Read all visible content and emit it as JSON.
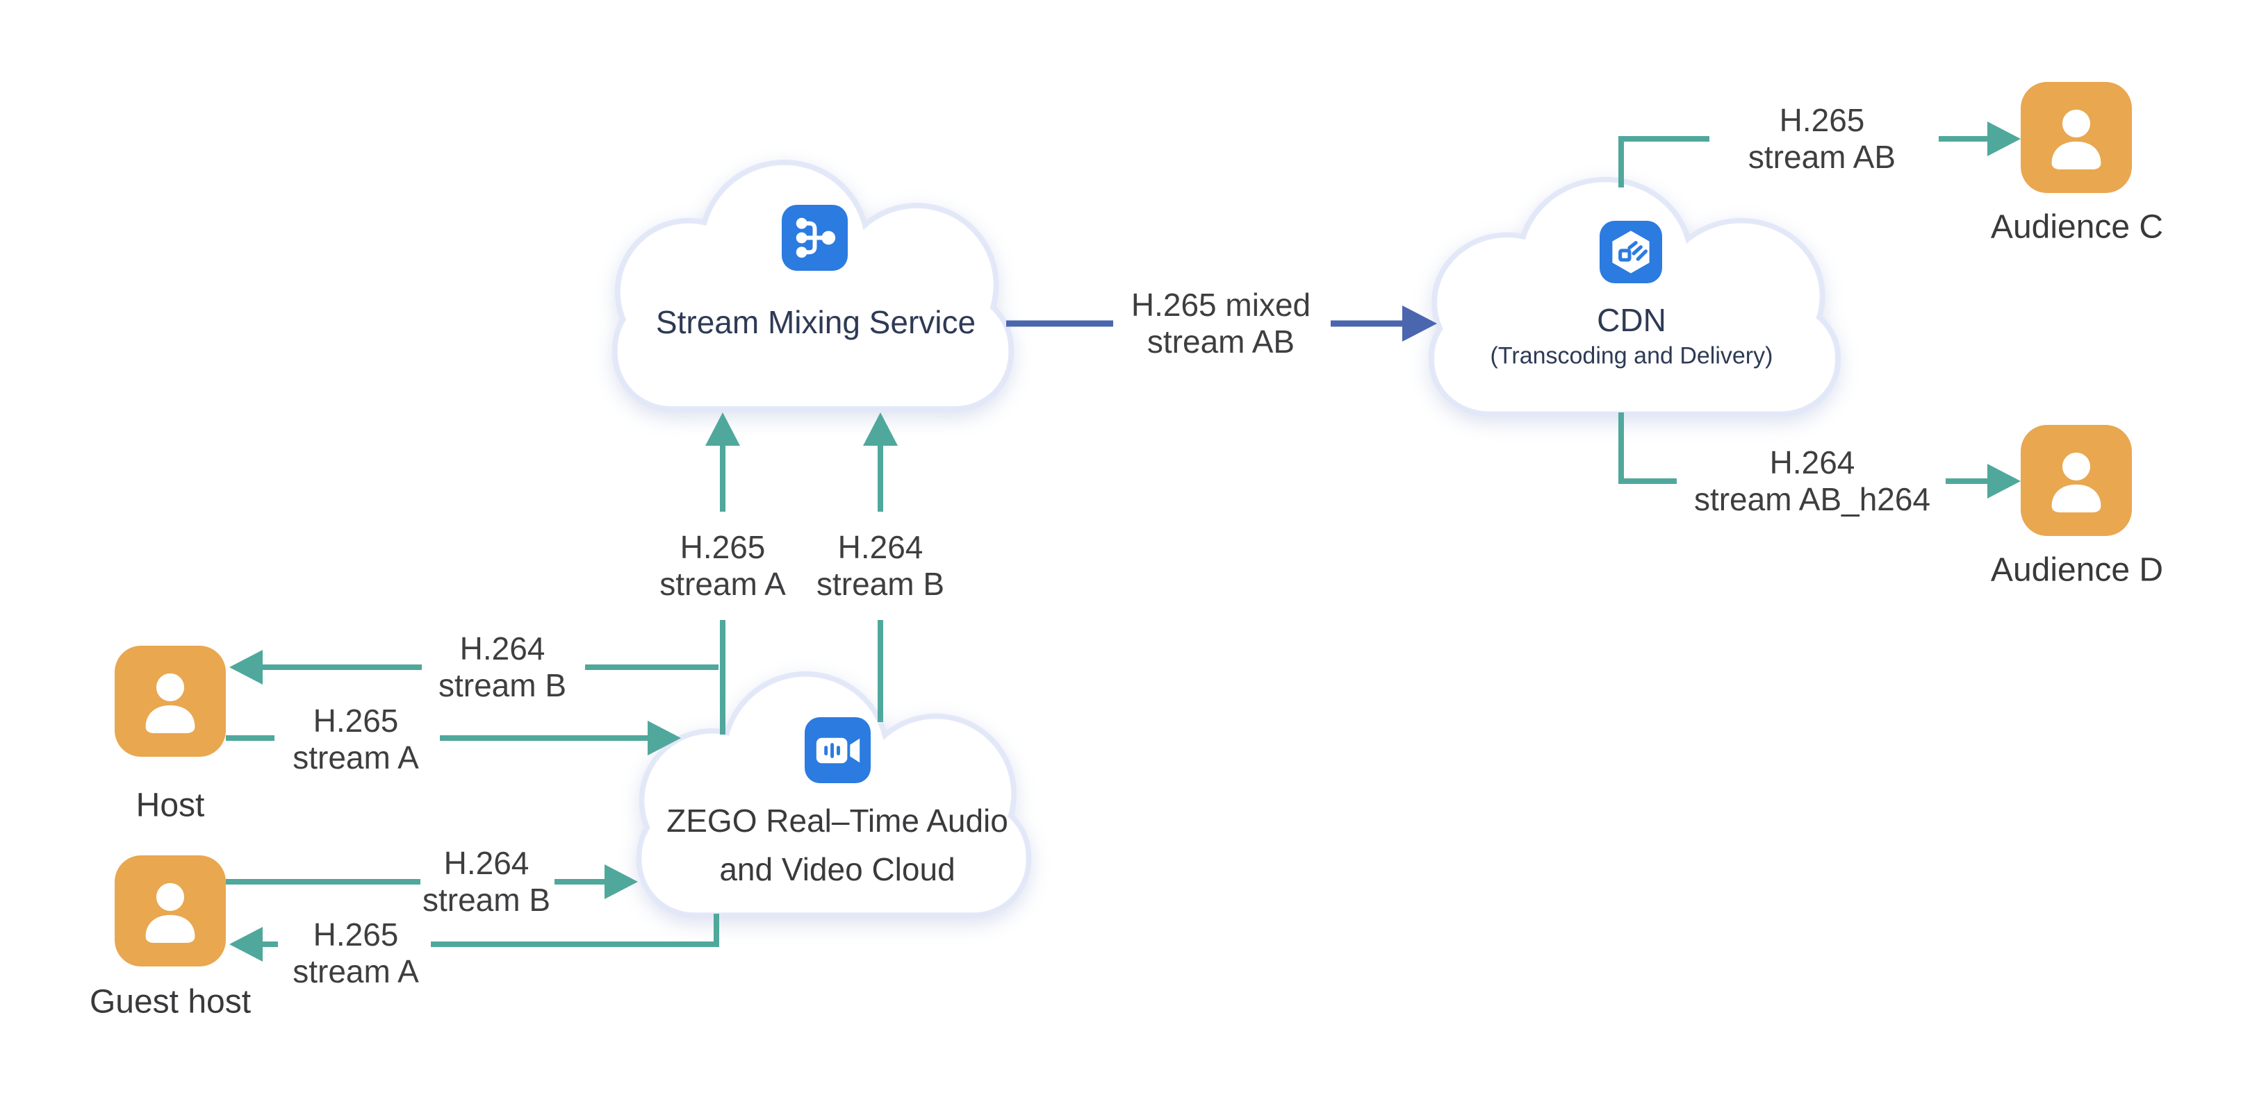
{
  "clouds": {
    "mixing": {
      "title": "Stream Mixing Service"
    },
    "cdn": {
      "title": "CDN",
      "subtitle": "(Transcoding and Delivery)"
    },
    "zego": {
      "title_line1": "ZEGO Real–Time Audio",
      "title_line2": "and Video Cloud"
    }
  },
  "actors": {
    "host": {
      "label": "Host"
    },
    "guest_host": {
      "label": "Guest host"
    },
    "audience_c": {
      "label": "Audience C"
    },
    "audience_d": {
      "label": "Audience D"
    }
  },
  "streams": {
    "zego_to_host": {
      "line1": "H.264",
      "line2": "stream B"
    },
    "host_to_zego": {
      "line1": "H.265",
      "line2": "stream A"
    },
    "guest_to_zego": {
      "line1": "H.264",
      "line2": "stream B"
    },
    "zego_to_guest": {
      "line1": "H.265",
      "line2": "stream A"
    },
    "relay_stream_a": {
      "line1": "H.265",
      "line2": "stream A"
    },
    "relay_stream_b": {
      "line1": "H.264",
      "line2": "stream B"
    },
    "mixed_to_cdn": {
      "line1": "H.265 mixed",
      "line2": "stream AB"
    },
    "cdn_to_aud_c": {
      "line1": "H.265",
      "line2": "stream AB"
    },
    "cdn_to_aud_d": {
      "line1": "H.264",
      "line2": "stream AB_h264"
    }
  },
  "colors": {
    "teal": "#4FA89B",
    "blue_arrow": "#4A66AE",
    "orange": "#E9A750",
    "icon_blue": "#2B7BE0",
    "cloud_border": "#E3E8F9",
    "cloud_fill": "#FFFFFF",
    "title_navy": "#2E3A55",
    "label_gray": "#3E3E40"
  }
}
